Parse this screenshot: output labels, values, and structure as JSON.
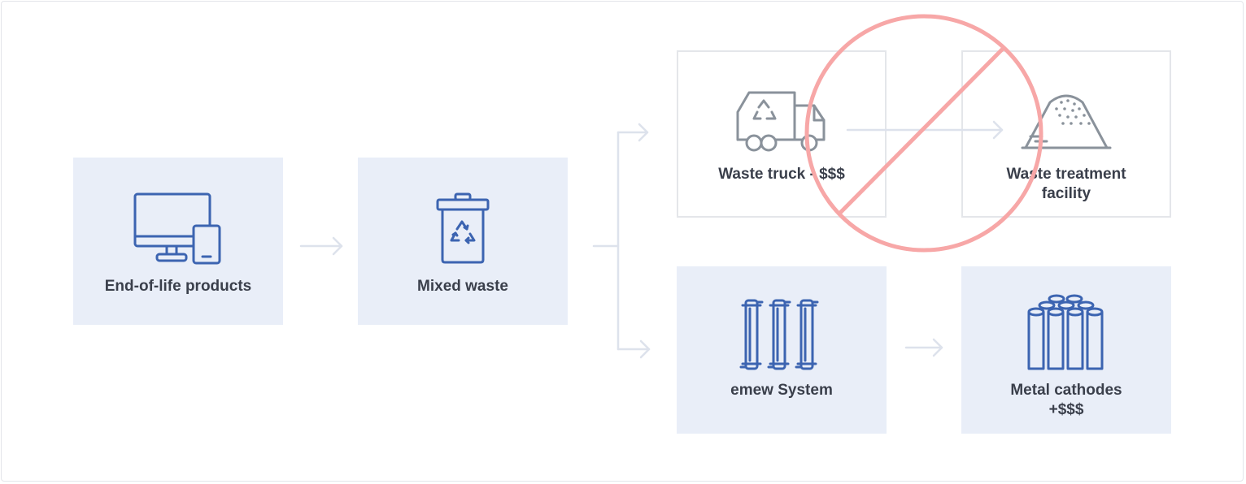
{
  "diagram": {
    "nodes": {
      "end_of_life": {
        "label": "End-of-life products",
        "icon": "devices-icon"
      },
      "mixed_waste": {
        "label": "Mixed  waste",
        "icon": "recycle-bin-icon"
      },
      "waste_truck": {
        "label": "Waste truck - $$$",
        "icon": "waste-truck-icon"
      },
      "waste_treatment": {
        "label": "Waste treatment\nfacility",
        "icon": "landfill-pile-icon"
      },
      "emew_system": {
        "label": "emew System",
        "icon": "emew-cells-icon"
      },
      "metal_cathodes": {
        "label": "Metal cathodes\n+$$$",
        "icon": "metal-cathodes-icon"
      }
    },
    "colors": {
      "primary_icon": "#3c64b1",
      "muted_icon": "#8a929b",
      "card_fill": "#e9eef8",
      "card_border": "#e4e6ea",
      "arrow": "#dde2ec",
      "prohibition": "#f7a7a7",
      "text": "#3a3f4b"
    }
  }
}
